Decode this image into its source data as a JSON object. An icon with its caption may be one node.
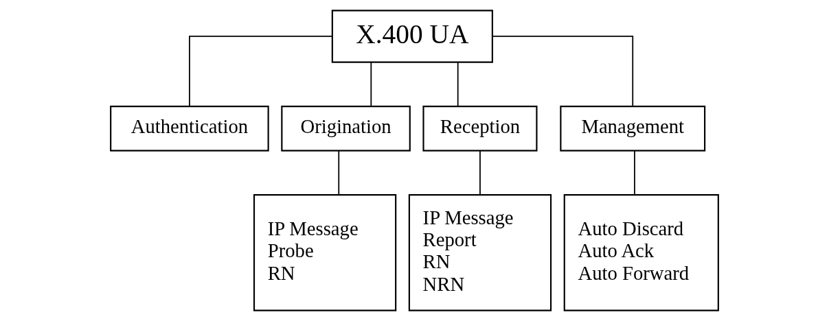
{
  "diagram": {
    "nodes": [
      {
        "text": [
          "X.400 UA"
        ]
      },
      {
        "text": [
          "Authentication"
        ]
      },
      {
        "text": [
          "Origination"
        ]
      },
      {
        "text": [
          "Reception"
        ]
      },
      {
        "text": [
          "Management"
        ]
      },
      {
        "text": [
          "IP Message",
          "Probe",
          "RN"
        ]
      },
      {
        "text": [
          "IP Message",
          "Report",
          "RN",
          "NRN"
        ]
      },
      {
        "text": [
          "Auto Discard",
          "Auto Ack",
          "Auto Forward"
        ]
      }
    ],
    "edges": [
      {
        "from": 0,
        "to": 1,
        "arrow": "none"
      },
      {
        "from": 0,
        "to": 2,
        "arrow": "none"
      },
      {
        "from": 0,
        "to": 3,
        "arrow": "none"
      },
      {
        "from": 0,
        "to": 4,
        "arrow": "none"
      },
      {
        "from": 2,
        "to": 5,
        "arrow": "none"
      },
      {
        "from": 3,
        "to": 6,
        "arrow": "none"
      },
      {
        "from": 4,
        "to": 7,
        "arrow": "none"
      }
    ]
  }
}
